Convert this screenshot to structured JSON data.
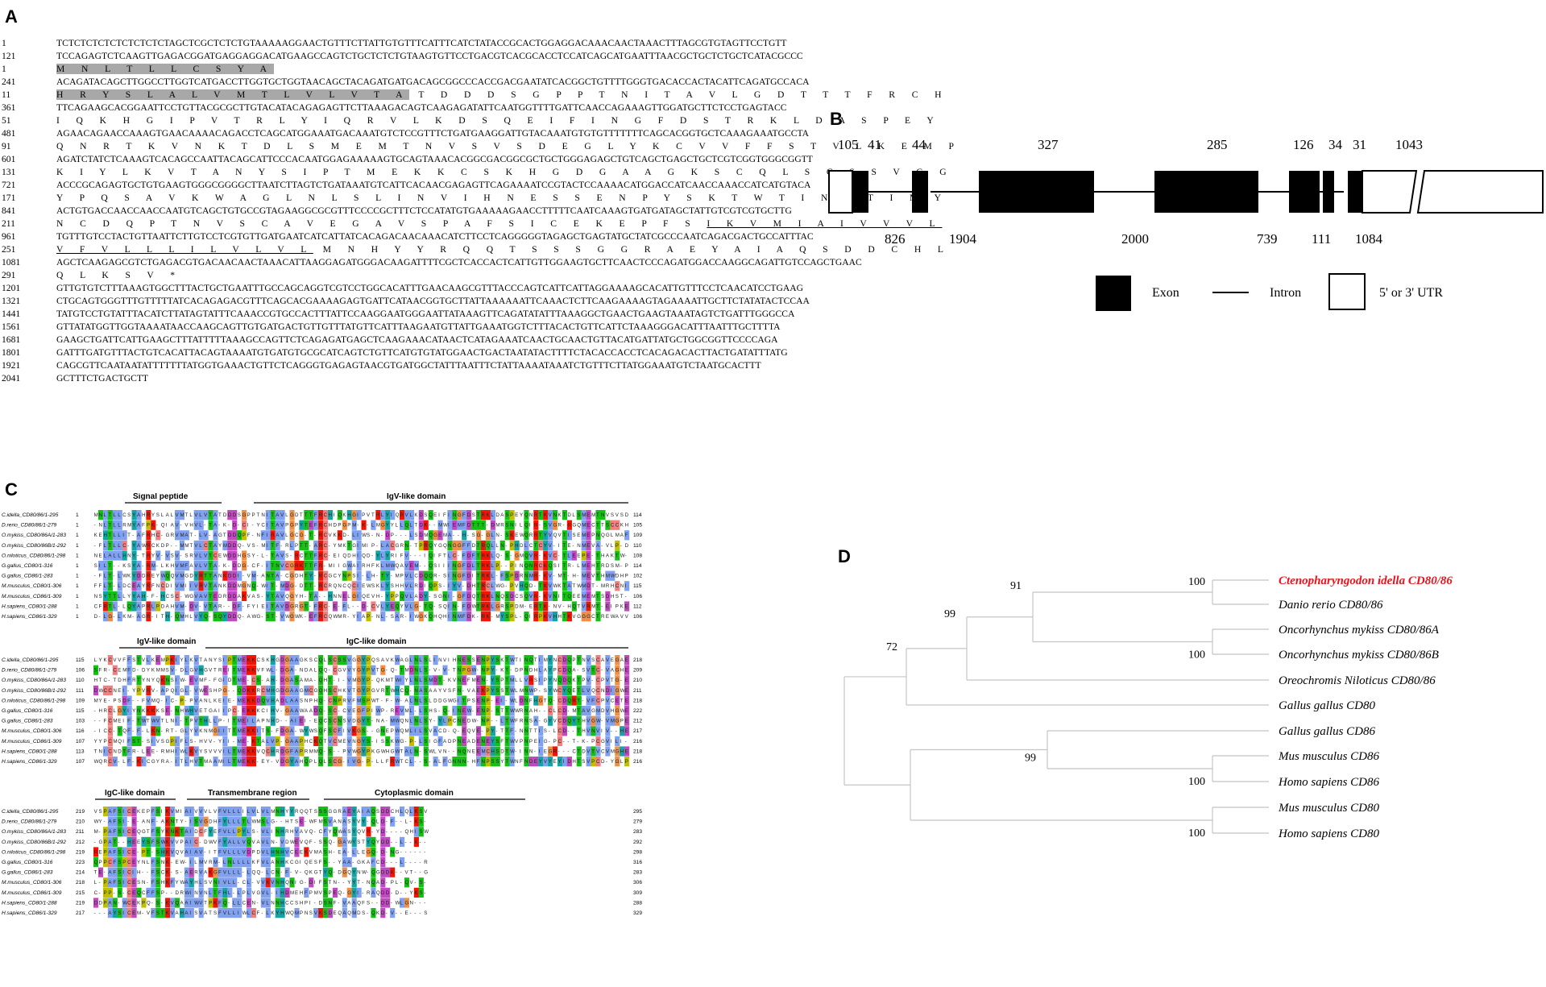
{
  "panels": {
    "a": "A",
    "b": "B",
    "c": "C",
    "d": "D"
  },
  "panel_a": {
    "rows": [
      {
        "n": "1",
        "t": "TCTCTCTCTCTCTCTCTCTAGCTCGCTCTCTGTAAAAAGGAACTGTTTCTTATTGTGTTTCATTTCATCTATACCGCACTGGAGGACAAACAACTAAACTTTAGCGTGTAGTTCCTGTT",
        "aa": false
      },
      {
        "n": "121",
        "t": "TCCAGAGTCTCAAGTTGAGACGGATGAGGAGGACATGAAGCCAGTCTGCTCTCTGTAAGTGTTCCTGACGTCACGCACCTCCATCAGCATGAATTTAACGCTGCTCTGCTCATACGCCC",
        "aa": false
      },
      {
        "n": "1",
        "pre": "",
        "hl": "M N L T L L C S Y A",
        "post": "",
        "aa": true
      },
      {
        "n": "241",
        "t": "ACAGATACAGCTTGGCCTTGGTCATGACCTTGGTGCTGGTAACAGCTACAGATGATGACAGCGGCCCACCGACGAATATCACGGCTGTTTTGGGTGACACCACTACATTCAGATGCCACA",
        "aa": false
      },
      {
        "n": "11",
        "pre": "",
        "hl": "H R Y S L A L V M T L V L V T A",
        "post": " T D D D S G P P T N I T A V L G D T T T F R C H",
        "aa": true
      },
      {
        "n": "361",
        "t": "TTCAGAAGCACGGAATTCCTGTTACGCGCTTGTACATACAGAGAGTTCTTAAAGACAGTCAAGAGATATTCAATGGTTTTGATTCAACCAGAAAGTTGGATGCTTCTCCTGAGTACC",
        "aa": false
      },
      {
        "n": "51",
        "t": "I Q K H G I P V T R L Y I Q R V L K D S Q E I F I N G F D S T R K L D A S P E Y",
        "aa": true
      },
      {
        "n": "481",
        "t": "AGAACAGAACCAAAGTGAACAAAACAGACCTCAGCATGGAAATGACAAATGTCTCCGTTTCTGATGAAGGATTGTACAAATGTGTGTTTTTTTCAGCACGGTGCTCAAAGAAATGCCTA",
        "aa": false
      },
      {
        "n": "91",
        "t": "Q N R T K V N K T D L S M E M T N V S V S D E G L Y K C V V F F S T V L K E M P",
        "aa": true
      },
      {
        "n": "601",
        "t": "AGATCTATCTCAAAGTCACAGCCAATTACAGCATTCCCACAATGGAGAAAAAGTGCAGTAAACACGGCGACGGCGCTGCTGGGAGAGCTGTCAGCTGAGCTGCTCGTCGGTGGGCGGTT",
        "aa": false
      },
      {
        "n": "131",
        "t": "K I Y L K V T A N Y S I P T M E K K C S K H G D G A A G K S C Q L S C S S V G G",
        "aa": true
      },
      {
        "n": "721",
        "t": "ACCCGCAGAGTGCTGTGAAGTGGGCGGGGCTTAATCTTAGTCTGATAAATGTCATTCACAACGAGAGTTCAGAAAATCCGTACTCCAAAACATGGACCATCAACCAAACCATCATGTACA",
        "aa": false
      },
      {
        "n": "171",
        "t": "Y P Q S A V K W A G L N L S L I N V I H N E S S E N P Y S K T W T I N Q T I M Y",
        "aa": true
      },
      {
        "n": "841",
        "t": "ACTGTGACCAACCAACCAATGTCAGCTGTGCCGTAGAAGGCGCGTTTCCCCGCTTTCTCCATATGTGAAAAAGAACCTTTTTCAATCAAAGTGATGATAGCTATTGTCGTCGTGCTTG",
        "aa": false
      },
      {
        "n": "211",
        "pre": "N C D Q P T N V S C A V E G A V S P A F S I C E K E P F S ",
        "ul": "I K V M I A I V V V L",
        "post": "",
        "aa": true
      },
      {
        "n": "961",
        "t": "TGTTTGTCCTACTGTTAATTCTTGTCCTCGTGTTGATGAATCATCATTATCACAGACAACAAACATCTTCCTCAGGGGGTAGAGCTGAGTATGCTATCGCCCAATCAGACGACTGCCATTTAC",
        "aa": false
      },
      {
        "n": "251",
        "pre": "",
        "ul": "V F V L L L I L V L V L",
        "post": " M N H Y Y R Q Q T S S S G G R A E Y A I A Q S D D C H L",
        "aa": true
      },
      {
        "n": "1081",
        "t": "AGCTCAAGAGCGTCTGAGACGTGACAACAACTAAACATTAAGGAGATGGGACAAGATTTTCGCTCACCACTCATTGTTGGAAGTGCTTCAACTCCCAGATGGACCAAGGCAGATTGTCCAGCTGAAC",
        "aa": false
      },
      {
        "n": "291",
        "t": "Q L K S V *",
        "aa": true
      },
      {
        "n": "1201",
        "t": "GTTGTGTCTTTAAAGTGGCTTTACTGCTGAATTTGCCAGCAGGTCGTCCTGGCACATTTGAACAAGCGTTTACCCAGTCATTCATTAGGAAAAGCACATTGTTTCCTCAACATCCTGAAG",
        "aa": false
      },
      {
        "n": "1321",
        "t": "CTGCAGTGGGTTTGTTTTTATCACAGAGACGTTTCAGCACGAAAAGAGTGATTCATAACGGTGCTTATTAAAAAATTCAAACTCTTCAAGAAAAGTAGAAAATTGCTTCTATATACTCCAA",
        "aa": false
      },
      {
        "n": "1441",
        "t": "TATGTCCTGTATTTACATCTTATAGTATTTCAAACCGTGCCACTTTATTCCAAGGAATGGGAATTATAAAGTTCAGATATATTTAAAGGCTGAACTGAAGTAAATAGTCTGATTTGGGCCA",
        "aa": false
      },
      {
        "n": "1561",
        "t": "GTTATATGGTTGGTAAAATAACCAAGCAGTTGTGATGACTGTTGTTTATGTTCATTTAAGAATGTTATTGAAATGGTCTTTACACTGTTCATTCTAAAGGGACATTTAATTTGCTTTTA",
        "aa": false
      },
      {
        "n": "1681",
        "t": "GAAGCTGATTCATTGAAGCTTTATTTTTAAAGCCAGTTCTCAGAGATGAGCTCAAGAAACATAACTCATAGAAATCAACTGCAACTGTTACATGATTATGCTGGCGGTTCCCCAGA",
        "aa": false
      },
      {
        "n": "1801",
        "t": "GATTTGATGTTTACTGTCACATTACAGTAAAATGTGATGTGCGCATCAGTCTGTTCATGTGTATGGAACTGACTAATATACTTTTCTACACCACCTCACAGACACTTACTGATATTTATG",
        "aa": false
      },
      {
        "n": "1921",
        "t": "CAGCGTTCAATAATATTTTTTTATGGTGAAACTGTTCTCAGGGTGAGAGTAACGTGATGGCTATTTAATTTCTATTAAAATAAATCTGTTTCTTATGGAAATGTCTAATGCACTTT",
        "aa": false
      },
      {
        "n": "2041",
        "t": "GCTTTCTGACTGCTT",
        "aa": false
      }
    ]
  },
  "panel_b": {
    "top_numbers": [
      "105",
      "41",
      "44",
      "327",
      "285",
      "126",
      "34",
      "31",
      "1043"
    ],
    "bottom_numbers": [
      "826",
      "1904",
      "2000",
      "739",
      "111",
      "1084"
    ],
    "legend": {
      "exon": "Exon",
      "intron": "Intron",
      "utr": "5' or 3' UTR"
    }
  },
  "panel_c": {
    "domain_labels": {
      "signal": "Signal peptide",
      "igv": "IgV-like domain",
      "igv2": "IgV-like domain",
      "igc": "IgC-like domain",
      "igc2": "IgC-like domain",
      "tm": "Transmembrane region",
      "cyto": "Cytoplasmic domain"
    },
    "names": [
      "C.idella_CD80/86/1-295",
      "D.rerio_CD80/86/1-279",
      "O.mykiss_CD80/86A/1-283",
      "O.mykiss_CD80/86B/1-292",
      "O.niloticus_CD80/86/1-298",
      "G.gallus_CD80/1-316",
      "G.gallus_CD86/1-283",
      "M.musculus_CD80/1-306",
      "M.musculus_CD86/1-309",
      "H.sapiens_CD80/1-288",
      "H.sapiens_CD86/1-329"
    ],
    "blocks": [
      {
        "starts": [
          "1",
          "1",
          "1",
          "1",
          "1",
          "1",
          "1",
          "1",
          "1",
          "1",
          "1"
        ],
        "ends": [
          "114",
          "105",
          "109",
          "110",
          "108",
          "114",
          "102",
          "115",
          "106",
          "112",
          "106"
        ],
        "first": "MNLTLLCSYAHRYSLALVMTLVLVTATDDDSGPPTNITAVLGDTTTFRCHIQKHGIPVTRLYIQRVLKDSQEIFINGFDSTRKLDASPEYQNRTKVNKTDLSMEMTNVSVSDEG"
      },
      {
        "starts": [
          "115",
          "106",
          "110",
          "111",
          "109",
          "115",
          "103",
          "116",
          "107",
          "113",
          "107"
        ],
        "ends": [
          "218",
          "209",
          "210",
          "211",
          "218",
          "222",
          "212",
          "217",
          "216",
          "218",
          "216"
        ],
        "first": "LYKCVVFFSTVLKEMPKIYLKVTANYSIPTMEKKCSKHGDGAAGKSCQLSCSSVGGYPQSAVKWAGLNLSLINVIHNESSENPYSKTWTINQTIMYNCDQPTNVSCAVEGA"
      },
      {
        "starts": [
          "219",
          "210",
          "211",
          "212",
          "219",
          "223",
          "214",
          "218",
          "215",
          "219",
          "217"
        ],
        "ends": [
          "295",
          "279",
          "283",
          "292",
          "298",
          "316",
          "283",
          "306",
          "309",
          "288",
          "329"
        ],
        "first": "VSPAFSICEKEPFSIKVMIAIVVVLVFVLLLILVLVLMNHYYRQQTSSSGGRAEYAIAQSDDCHLQLKSV"
      }
    ]
  },
  "panel_d": {
    "taxa": [
      {
        "label": "Ctenopharyngodon idella CD80/86",
        "color": "#e8141c",
        "bold": true
      },
      {
        "label": "Danio rerio CD80/86",
        "color": "#000000",
        "bold": false
      },
      {
        "label": "Oncorhynchus mykiss CD80/86A",
        "color": "#000000",
        "bold": false
      },
      {
        "label": "Oncorhynchus mykiss CD80/86B",
        "color": "#000000",
        "bold": false
      },
      {
        "label": "Oreochromis Niloticus CD80/86",
        "color": "#000000",
        "bold": false
      },
      {
        "label": "Gallus gallus CD80",
        "color": "#000000",
        "bold": false
      },
      {
        "label": "Gallus gallus CD86",
        "color": "#000000",
        "bold": false
      },
      {
        "label": "Mus musculus CD86",
        "color": "#000000",
        "bold": false
      },
      {
        "label": "Homo sapiens CD86",
        "color": "#000000",
        "bold": false
      },
      {
        "label": "Mus musculus CD80",
        "color": "#000000",
        "bold": false
      },
      {
        "label": "Homo sapiens CD80",
        "color": "#000000",
        "bold": false
      }
    ],
    "bootstrap": [
      "100",
      "91",
      "99",
      "100",
      "72",
      "99",
      "100",
      "100"
    ]
  }
}
